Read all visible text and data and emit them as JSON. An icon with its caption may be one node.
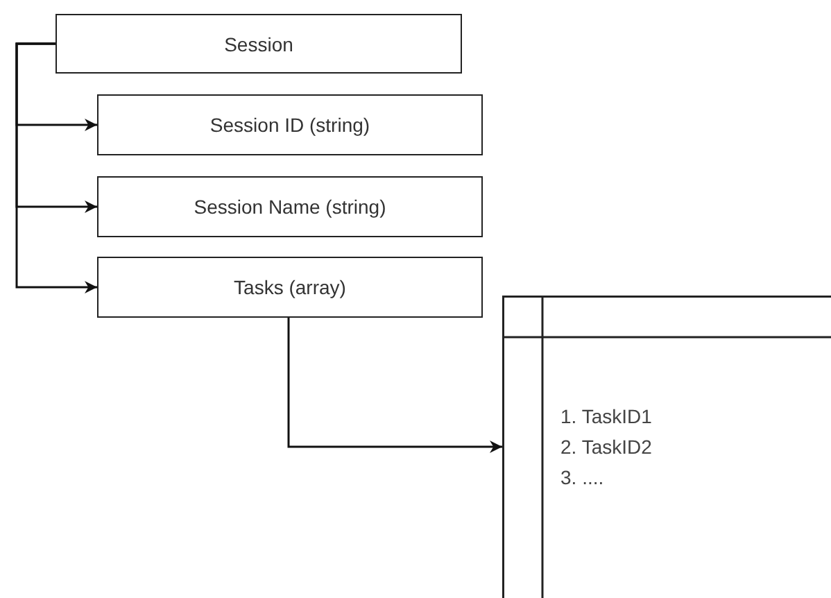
{
  "diagram": {
    "nodes": [
      {
        "text": [
          "Session"
        ]
      },
      {
        "text": [
          "Session ID (string)"
        ]
      },
      {
        "text": [
          "Session Name (string)"
        ]
      },
      {
        "text": [
          "Tasks (array)"
        ]
      },
      {
        "text": [
          "1. TaskID1",
          "2. TaskID2",
          "3. ...."
        ]
      }
    ],
    "edges": [
      {
        "from": 0,
        "to": 1,
        "arrow": "to"
      },
      {
        "from": 0,
        "to": 2,
        "arrow": "to"
      },
      {
        "from": 0,
        "to": 3,
        "arrow": "to"
      },
      {
        "from": 3,
        "to": 4,
        "arrow": "to"
      }
    ]
  }
}
